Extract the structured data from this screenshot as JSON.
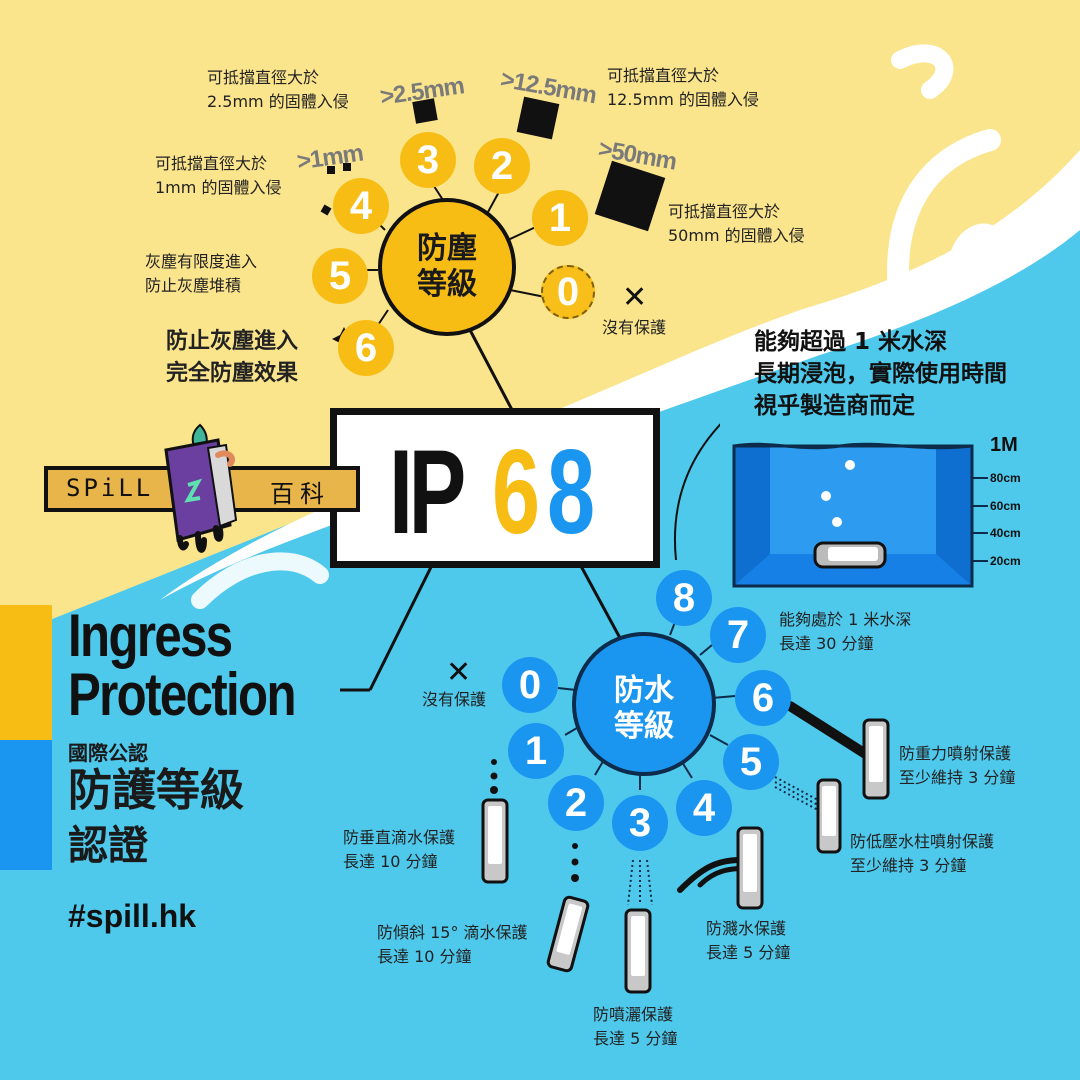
{
  "brand": {
    "logo_left": "SPiLL",
    "logo_right": "百科",
    "hashtag": "#spill.hk"
  },
  "headline": {
    "code_prefix": "IP",
    "code_dust_digit": "6",
    "code_water_digit": "8",
    "title_en_line1": "Ingress",
    "title_en_line2": "Protection",
    "subtitle_small": "國際公認",
    "subtitle_big_line1": "防護等級",
    "subtitle_big_line2": "認證"
  },
  "colors": {
    "sand": "#fae48c",
    "sea": "#4ec9ec",
    "dust_accent": "#f8bd14",
    "water_accent": "#1a96f0",
    "ink": "#111111"
  },
  "dust": {
    "hub_line1": "防塵",
    "hub_line2": "等級",
    "levels": [
      {
        "digit": "0",
        "line1": "沒有保護",
        "line2": ""
      },
      {
        "digit": "1",
        "size": ">50mm",
        "line1": "可抵擋直徑大於",
        "line2": "50mm 的固體入侵"
      },
      {
        "digit": "2",
        "size": ">12.5mm",
        "line1": "可抵擋直徑大於",
        "line2": "12.5mm 的固體入侵"
      },
      {
        "digit": "3",
        "size": ">2.5mm",
        "line1": "可抵擋直徑大於",
        "line2": "2.5mm 的固體入侵"
      },
      {
        "digit": "4",
        "size": ">1mm",
        "line1": "可抵擋直徑大於",
        "line2": "1mm 的固體入侵"
      },
      {
        "digit": "5",
        "line1": "灰塵有限度進入",
        "line2": "防止灰塵堆積"
      },
      {
        "digit": "6",
        "line1": "防止灰塵進入",
        "line2": "完全防塵效果"
      }
    ]
  },
  "water": {
    "hub_line1": "防水",
    "hub_line2": "等級",
    "levels": [
      {
        "digit": "0",
        "line1": "沒有保護",
        "line2": ""
      },
      {
        "digit": "1",
        "line1": "防垂直滴水保護",
        "line2": "長達 10 分鐘"
      },
      {
        "digit": "2",
        "line1": "防傾斜 15° 滴水保護",
        "line2": "長達 10 分鐘"
      },
      {
        "digit": "3",
        "line1": "防噴灑保護",
        "line2": "長達 5 分鐘"
      },
      {
        "digit": "4",
        "line1": "防濺水保護",
        "line2": "長達 5 分鐘"
      },
      {
        "digit": "5",
        "line1": "防低壓水柱噴射保護",
        "line2": "至少維持 3 分鐘"
      },
      {
        "digit": "6",
        "line1": "防重力噴射保護",
        "line2": "至少維持 3 分鐘"
      },
      {
        "digit": "7",
        "line1": "能夠處於 1 米水深",
        "line2": "長達 30 分鐘"
      },
      {
        "digit": "8",
        "line1": "能夠超過 1 米水深",
        "line2": "長期浸泡，實際使用時間",
        "line3": "視乎製造商而定"
      }
    ]
  },
  "tank": {
    "depth_marks": [
      "1M",
      "80cm",
      "60cm",
      "40cm",
      "20cm"
    ]
  }
}
